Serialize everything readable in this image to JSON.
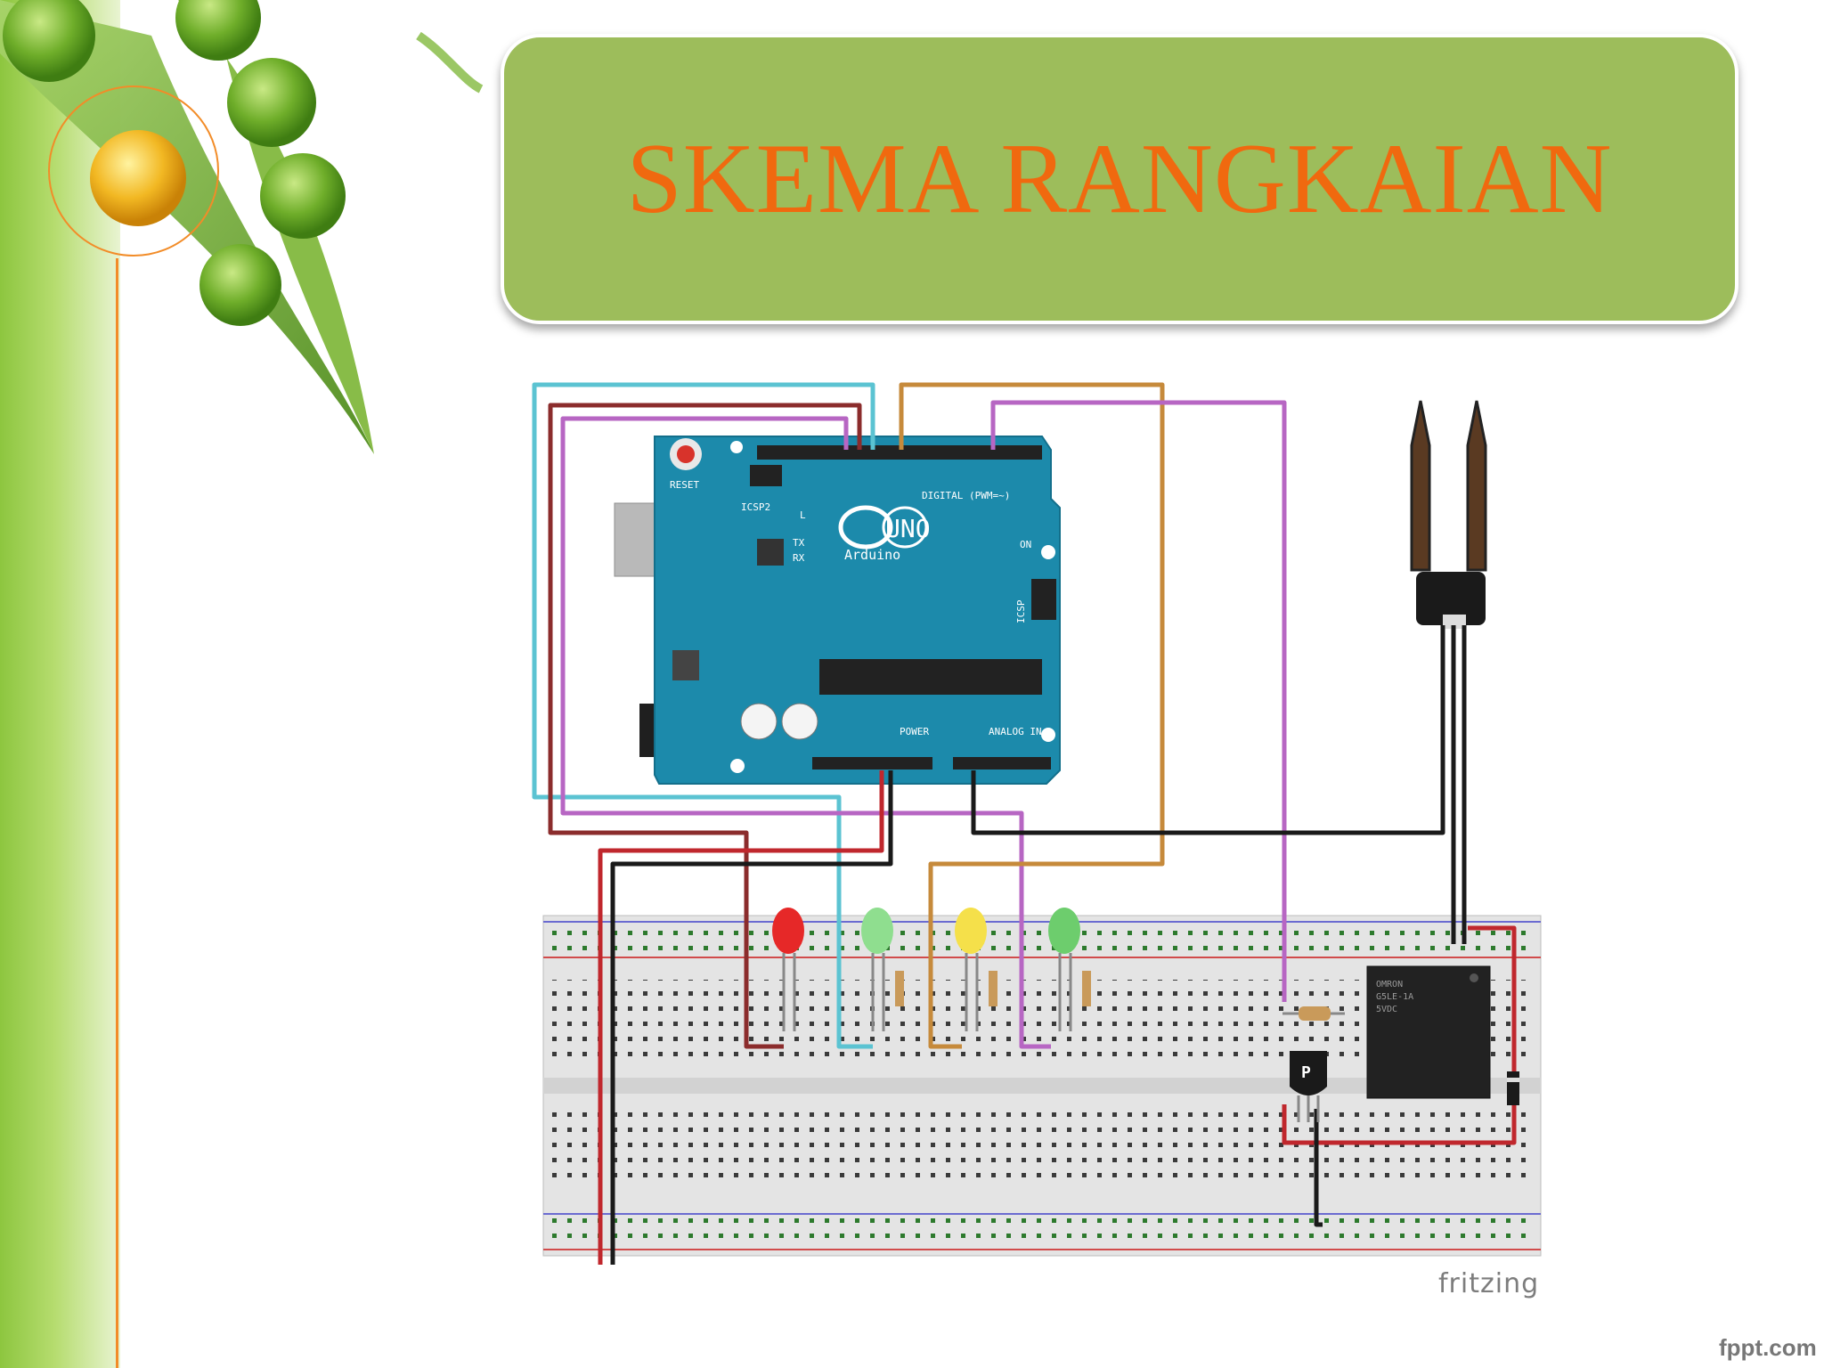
{
  "slide": {
    "title": "SKEMA RANGKAIAN"
  },
  "board": {
    "name_brand": "Arduino",
    "model": "UNO",
    "reset_label": "RESET",
    "icsp2_label": "ICSP2",
    "icsp_label": "ICSP",
    "digital_label": "DIGITAL (PWM=~)",
    "power_label": "POWER",
    "analog_label": "ANALOG IN",
    "on_label": "ON",
    "l_label": "L",
    "tx_label": "TX",
    "rx_label": "RX"
  },
  "relay": {
    "text_line1": "OMRON",
    "text_line2": "G5LE-1A",
    "text_line3": "5VDC"
  },
  "transistor": {
    "label": "P"
  },
  "watermarks": {
    "fritzing": "fritzing",
    "fppt": "fppt.com"
  },
  "colors": {
    "title_bg": "#9dbd5b",
    "title_text": "#f0690f",
    "arduino_blue": "#1c8aab",
    "wire_cyan": "#5bc3d2",
    "wire_red": "#c0272d",
    "wire_brown": "#8b2c2c",
    "wire_purple": "#b766c3",
    "wire_orange": "#c68a3b",
    "wire_black": "#1a1a1a"
  }
}
